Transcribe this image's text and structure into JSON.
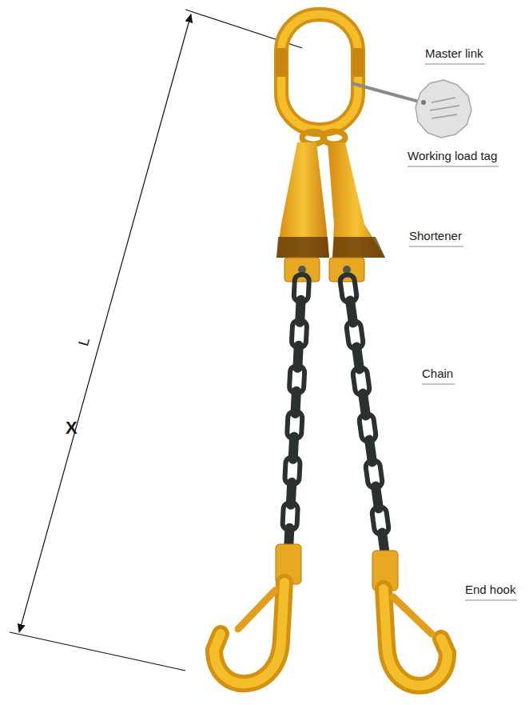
{
  "diagram": {
    "labels": [
      "Master link",
      "Working load tag",
      "Shortener",
      "Chain",
      "End hook",
      "L",
      "X"
    ]
  }
}
